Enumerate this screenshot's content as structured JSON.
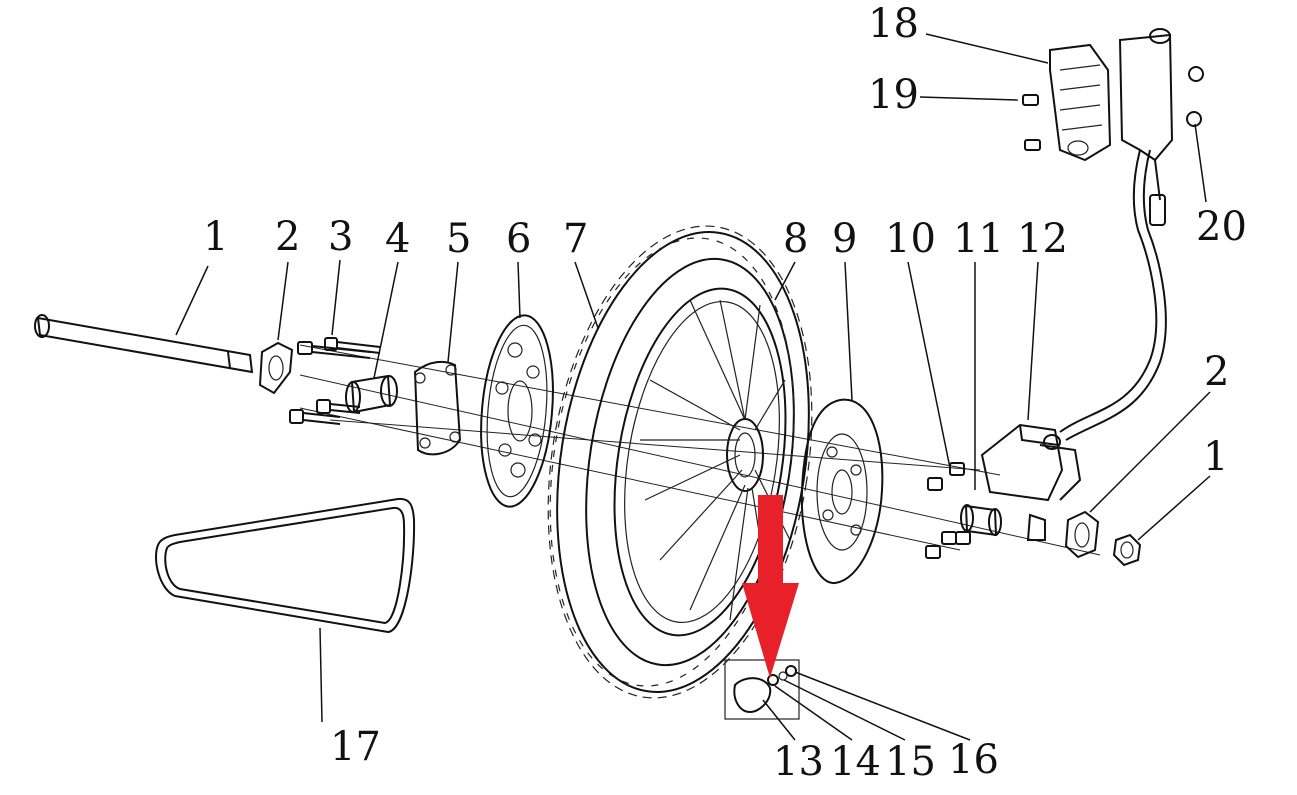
{
  "callouts": [
    {
      "id": "label-1-left",
      "text": "1"
    },
    {
      "id": "label-2-left",
      "text": "2"
    },
    {
      "id": "label-3",
      "text": "3"
    },
    {
      "id": "label-4",
      "text": "4"
    },
    {
      "id": "label-5",
      "text": "5"
    },
    {
      "id": "label-6",
      "text": "6"
    },
    {
      "id": "label-7",
      "text": "7"
    },
    {
      "id": "label-8",
      "text": "8"
    },
    {
      "id": "label-9",
      "text": "9"
    },
    {
      "id": "label-10",
      "text": "10"
    },
    {
      "id": "label-11",
      "text": "11"
    },
    {
      "id": "label-12",
      "text": "12"
    },
    {
      "id": "label-2-right",
      "text": "2"
    },
    {
      "id": "label-1-right",
      "text": "1"
    },
    {
      "id": "label-13",
      "text": "13"
    },
    {
      "id": "label-14",
      "text": "14"
    },
    {
      "id": "label-15",
      "text": "15"
    },
    {
      "id": "label-16",
      "text": "16"
    },
    {
      "id": "label-17",
      "text": "17"
    },
    {
      "id": "label-18",
      "text": "18"
    },
    {
      "id": "label-19",
      "text": "19"
    },
    {
      "id": "label-20",
      "text": "20"
    }
  ],
  "colors": {
    "line": "#111111",
    "highlight_arrow": "#e8202a",
    "background": "#ffffff"
  }
}
